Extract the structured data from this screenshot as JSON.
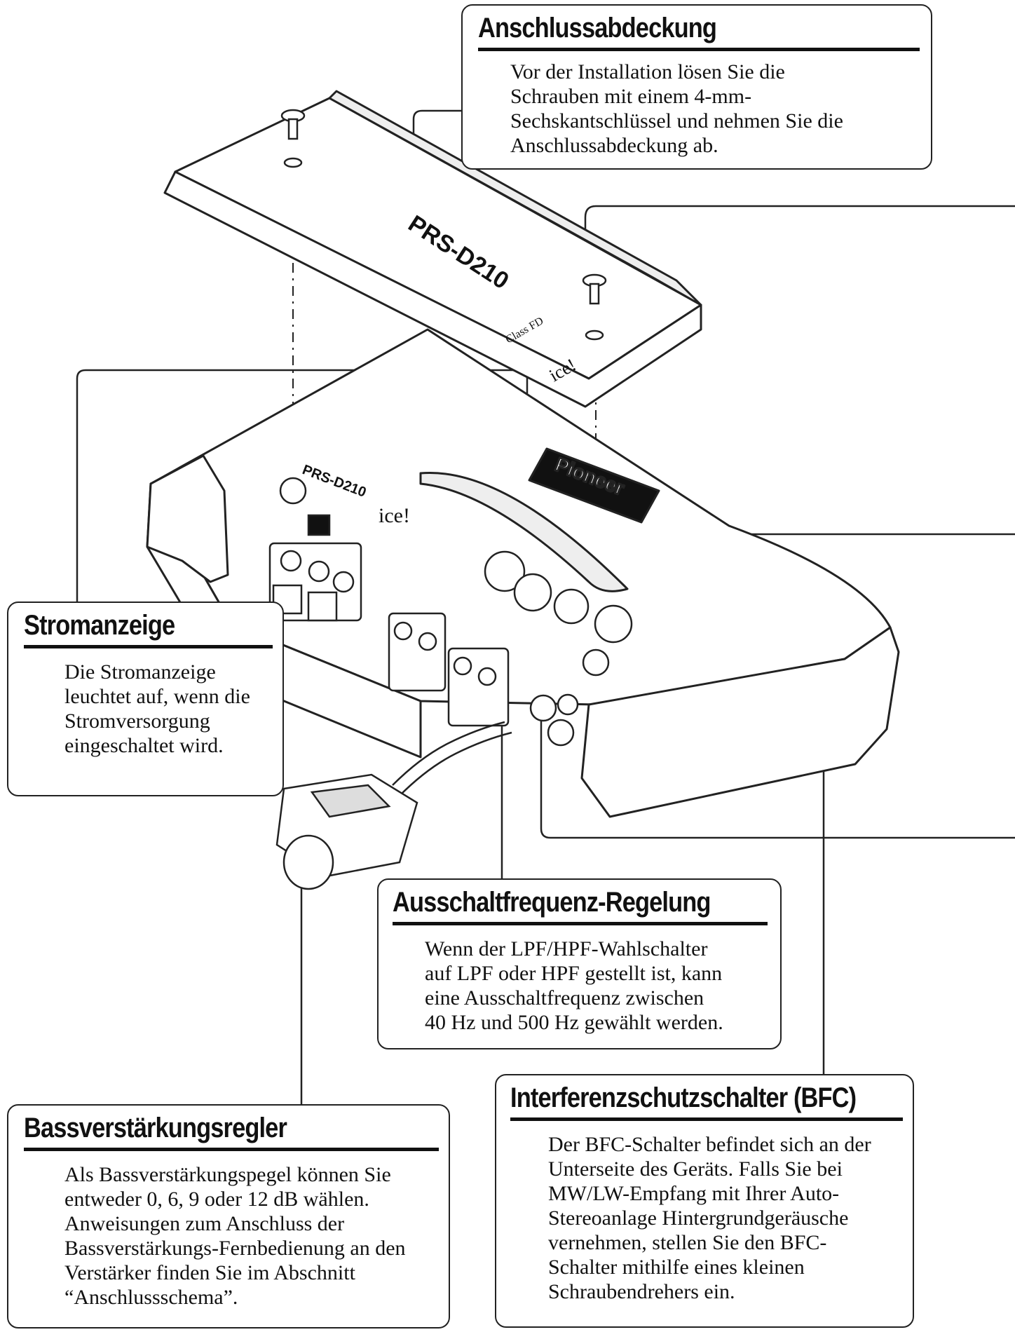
{
  "callouts": {
    "cover": {
      "title": "Anschlussabdeckung",
      "text": "Vor der Installation lösen Sie die\nSchrauben mit einem 4-mm-\nSechskantschlüssel und nehmen Sie die\nAnschlussabdeckung ab."
    },
    "power": {
      "title": "Stromanzeige",
      "text": "Die Stromanzeige\nleuchtet auf, wenn die\nStromversorgung\neingeschaltet wird."
    },
    "cutoff": {
      "title": "Ausschaltfrequenz-Regelung",
      "text": "Wenn der LPF/HPF-Wahlschalter\nauf LPF oder HPF gestellt ist, kann\neine Ausschaltfrequenz zwischen\n40 Hz und 500 Hz gewählt werden."
    },
    "bass": {
      "title": "Bassverstärkungsregler",
      "text": "Als Bassverstärkungspegel können Sie\nentweder 0, 6, 9 oder 12 dB wählen.\nAnweisungen zum Anschluss der\nBassverstärkungs-Fernbedienung an den\nVerstärker finden Sie im Abschnitt\n“Anschlussschema”."
    },
    "bfc": {
      "title": "Interferenzschutzschalter (BFC)",
      "text": "Der BFC-Schalter befindet sich an der\nUnterseite des Geräts. Falls Sie bei\nMW/LW-Empfang mit Ihrer Auto-\nStereoanlage Hintergrundgeräusche\nvernehmen, stellen Sie den BFC-\nSchalter mithilfe eines kleinen\nSchraubendrehers ein."
    }
  },
  "device": {
    "model": "PRS-D210",
    "brand": "Pioneer",
    "series": "ice!",
    "class": "Class FD"
  },
  "colors": {
    "line": "#222222",
    "fill": "#ffffff",
    "shade": "#dddddd",
    "dark": "#111111"
  }
}
